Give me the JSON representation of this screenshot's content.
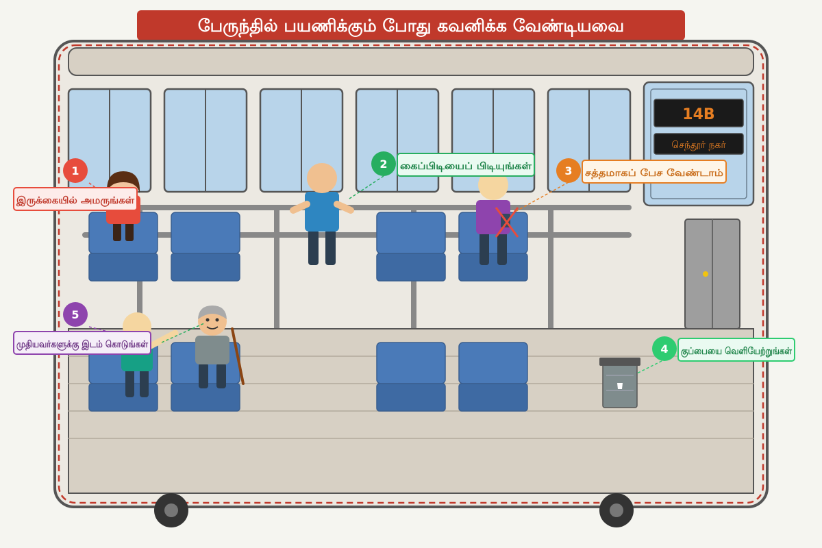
{
  "title": "பேருந்தில் பயணிக்கும் போது கவனிக்க வேண்டியவை",
  "display": {
    "route_number": "14B",
    "destination": "செந்தூர் நகர்"
  },
  "tips": [
    {
      "number": "1",
      "text": "இருக்கையில் அமருங்கள்",
      "color": "#e74c3c",
      "text_color": "#c0392b",
      "bg": "#fdecea"
    },
    {
      "number": "2",
      "text": "கைப்பிடியைப் பிடியுங்கள்",
      "color": "#27ae60",
      "text_color": "#1e8449",
      "bg": "#eafaf1"
    },
    {
      "number": "3",
      "text": "சத்தமாகப் பேச வேண்டாம்",
      "color": "#e67e22",
      "text_color": "#ca6f1e",
      "bg": "#fef5e7"
    },
    {
      "number": "4",
      "text": "குப்பையை வெளியேற்றுங்கள்",
      "color": "#2ecc71",
      "text_color": "#1e8449",
      "bg": "#eafaf1"
    },
    {
      "number": "5",
      "text": "முதியவர்களுக்கு இடம் கொடுங்கள்",
      "color": "#8e44ad",
      "text_color": "#6c3483",
      "bg": "#f5eef8"
    }
  ],
  "colors": {
    "title_bg": "#c0392b",
    "seat": "#4a7ab8",
    "seat_dark": "#3e6aa3",
    "display_text": "#e67e22",
    "bus_outline": "#c0392b"
  },
  "icons": [
    "trash-bin-icon",
    "cup-icon",
    "cross-mark-icon",
    "walking-cane-icon"
  ]
}
